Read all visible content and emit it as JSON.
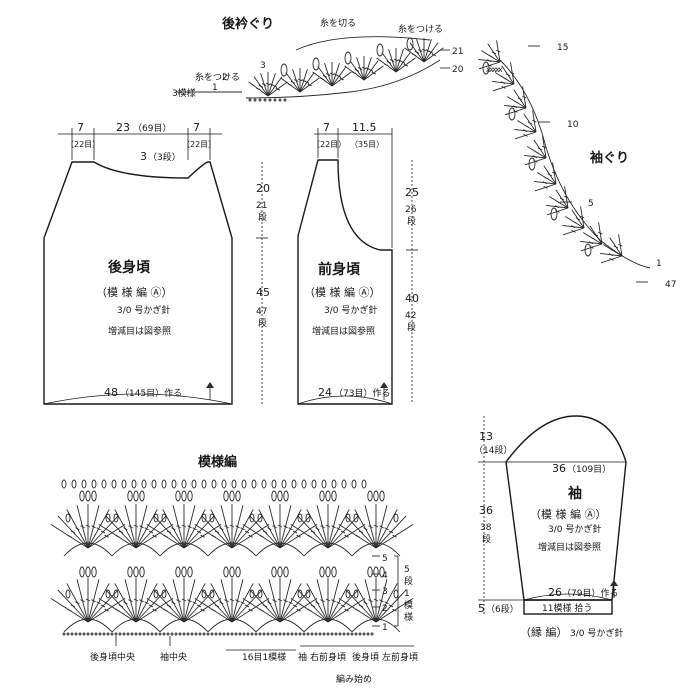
{
  "back_collar": {
    "title": "後衿ぐり",
    "cut_yarn": "糸を切る",
    "attach_yarn_a": "糸をつける",
    "attach_yarn_b": "糸をつける",
    "pattern_ref": "3模様",
    "row_21": "21",
    "row_20": "20",
    "row_3": "3",
    "row_2": "2",
    "row_1": "1"
  },
  "armhole": {
    "title": "袖ぐり",
    "row_15": "15",
    "row_10": "10",
    "row_5": "5",
    "row_1": "1",
    "row_47": "47"
  },
  "back_body": {
    "title": "後身頃",
    "pattern": "（模 様 編 Ⓐ）",
    "hook": "3/0 号かぎ針",
    "note": "増減目は図参照",
    "top_left": "7",
    "top_left_st": "（22目）",
    "top_mid": "23",
    "top_mid_st": "（69目）",
    "top_right": "7",
    "top_right_st": "（22目）",
    "neck_depth": "3",
    "neck_depth_rows": "（3段）",
    "armhole_h": "20",
    "armhole_rows": "21",
    "armhole_rows_unit": "段",
    "body_h": "45",
    "body_rows": "47",
    "body_rows_unit": "段",
    "bottom": "48",
    "bottom_st": "（145目）作る"
  },
  "front_body": {
    "title": "前身頃",
    "pattern": "（模 様 編 Ⓐ）",
    "hook": "3/0 号かぎ針",
    "note": "増減目は図参照",
    "top_left": "7",
    "top_left_st": "（22目）",
    "top_right": "11.5",
    "top_right_st": "（35目）",
    "armhole_h": "25",
    "armhole_rows": "26",
    "armhole_rows_unit": "段",
    "body_h": "40",
    "body_rows": "42",
    "body_rows_unit": "段",
    "bottom": "24",
    "bottom_st": "（73目）作る"
  },
  "sleeve": {
    "title": "袖",
    "pattern": "（模 様 編 Ⓐ）",
    "hook": "3/0 号かぎ針",
    "note": "増減目は図参照",
    "cap_h": "13",
    "cap_rows": "（14段）",
    "width": "36",
    "width_st": "（109目）",
    "length": "36",
    "length_rows": "38",
    "length_rows_unit": "段",
    "cuff": "26",
    "cuff_st": "（79目）作る",
    "border_h": "5",
    "border_rows": "（6段）",
    "pickup": "11模様 拾う",
    "border": "（縁 編）",
    "border_hook": "3/0 号かぎ針"
  },
  "pattern_chart": {
    "title": "模様編",
    "rows": [
      "5",
      "4",
      "3",
      "2",
      "1"
    ],
    "repeat_note_a": "5",
    "repeat_note_b": "段",
    "repeat_note_c": "1",
    "repeat_note_d": "模",
    "repeat_note_e": "様",
    "back_center": "後身頃中央",
    "sleeve_center": "袖中央",
    "repeat_16": "16目1模様",
    "sleeve": "袖",
    "right_front": "右前身頃",
    "back": "後身頃",
    "left_front": "左前身頃",
    "start": "編み始め"
  }
}
